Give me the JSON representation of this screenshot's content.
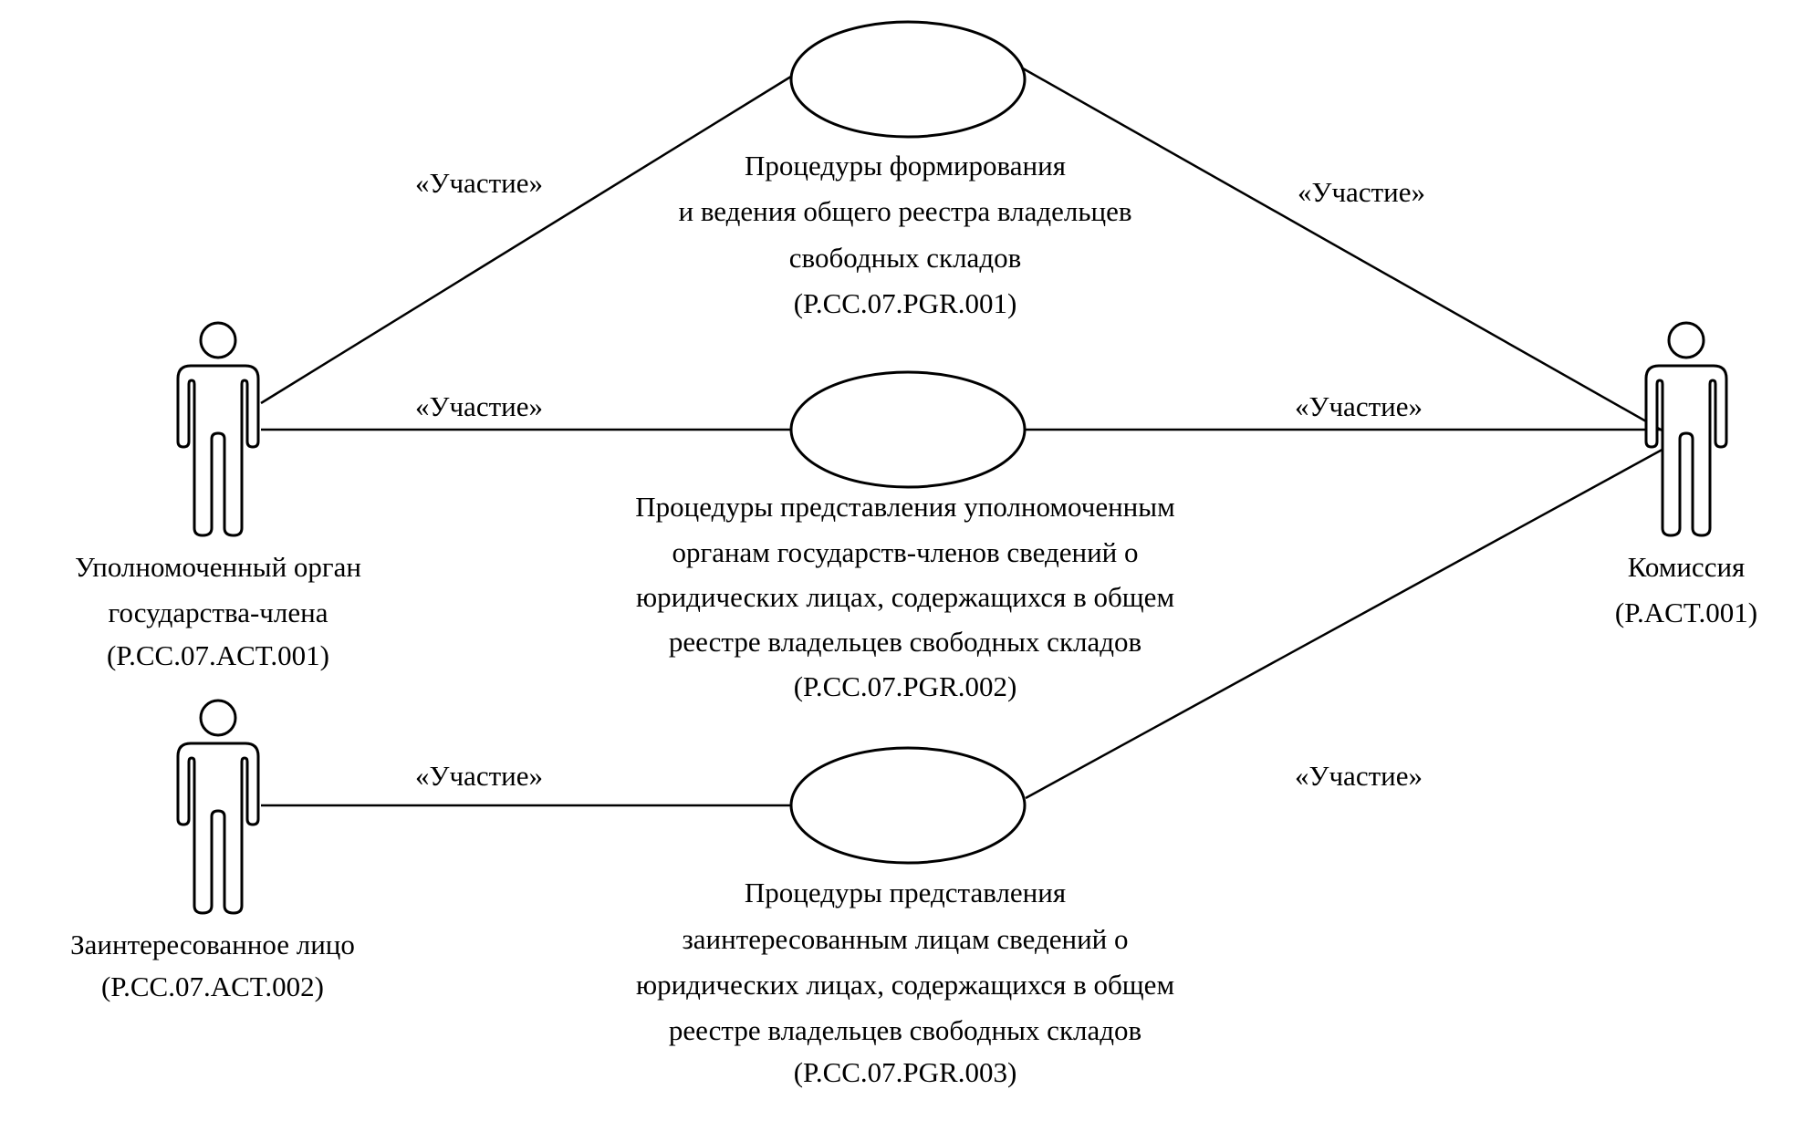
{
  "stereotype": "«Участие»",
  "use_cases": [
    {
      "lines": [
        "Процедуры формирования",
        "и ведения общего реестра владельцев",
        "свободных складов",
        "(P.CC.07.PGR.001)"
      ]
    },
    {
      "lines": [
        "Процедуры представления уполномоченным",
        "органам государств-членов сведений о",
        "юридических лицах, содержащихся в общем",
        "реестре владельцев свободных складов",
        "(P.CC.07.PGR.002)"
      ]
    },
    {
      "lines": [
        "Процедуры представления",
        "заинтересованным лицам сведений о",
        "юридических лицах, содержащихся в общем",
        "реестре владельцев свободных складов",
        "(P.CC.07.PGR.003)"
      ]
    }
  ],
  "actors": [
    {
      "lines": [
        "Уполномоченный орган",
        "государства-члена",
        "(P.CC.07.ACT.001)"
      ]
    },
    {
      "lines": [
        "Заинтересованное лицо",
        "(P.CC.07.ACT.002)"
      ]
    },
    {
      "lines": [
        "Комиссия",
        "(P.ACT.001)"
      ]
    }
  ]
}
